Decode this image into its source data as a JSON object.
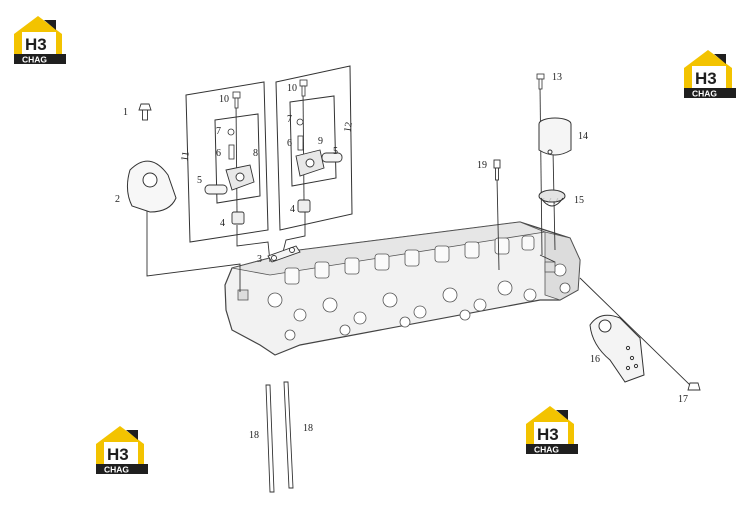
{
  "brand": {
    "logo_letters": "H3",
    "logo_word": "CHAG",
    "colors": {
      "yellow": "#f3c300",
      "dark": "#1f1f1f",
      "white": "#ffffff"
    }
  },
  "callouts": [
    "1",
    "2",
    "3",
    "4",
    "5",
    "6",
    "7",
    "8",
    "9",
    "10",
    "11",
    "12",
    "13",
    "14",
    "15",
    "16",
    "17",
    "18",
    "19"
  ],
  "line_color": "#333333"
}
